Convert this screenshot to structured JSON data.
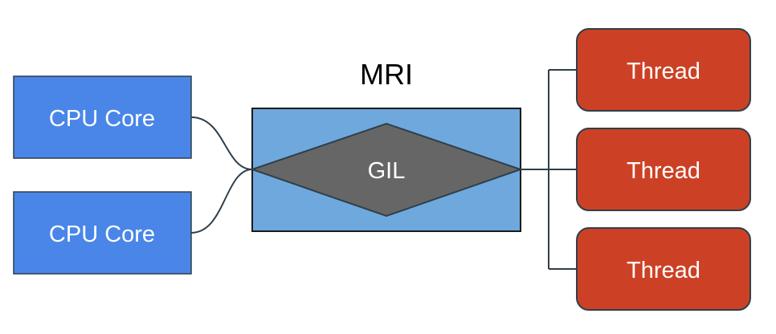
{
  "title": "MRI",
  "cpu_cores": [
    {
      "label": "CPU Core"
    },
    {
      "label": "CPU Core"
    }
  ],
  "lock": {
    "label": "GIL"
  },
  "threads": [
    {
      "label": "Thread"
    },
    {
      "label": "Thread"
    },
    {
      "label": "Thread"
    }
  ],
  "colors": {
    "cpu_fill": "#4a86e8",
    "mri_fill": "#6fa8dc",
    "gil_fill": "#666666",
    "thread_fill": "#cc4125",
    "stroke": "#2f3f4a"
  }
}
